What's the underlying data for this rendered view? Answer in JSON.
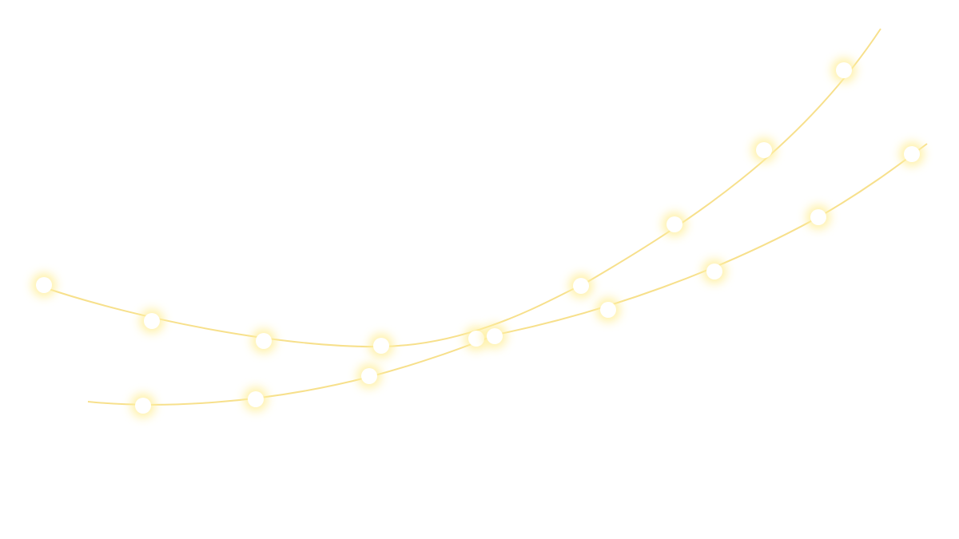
{
  "scene": {
    "background_color": "#ffffff",
    "wire_color": "#f7e08c",
    "glow_color": "#fff0a0",
    "bulb_color": "#ffffff",
    "strands": [
      {
        "name": "upper-strand",
        "bulb_count": 9
      },
      {
        "name": "lower-strand",
        "bulb_count": 8
      }
    ]
  }
}
